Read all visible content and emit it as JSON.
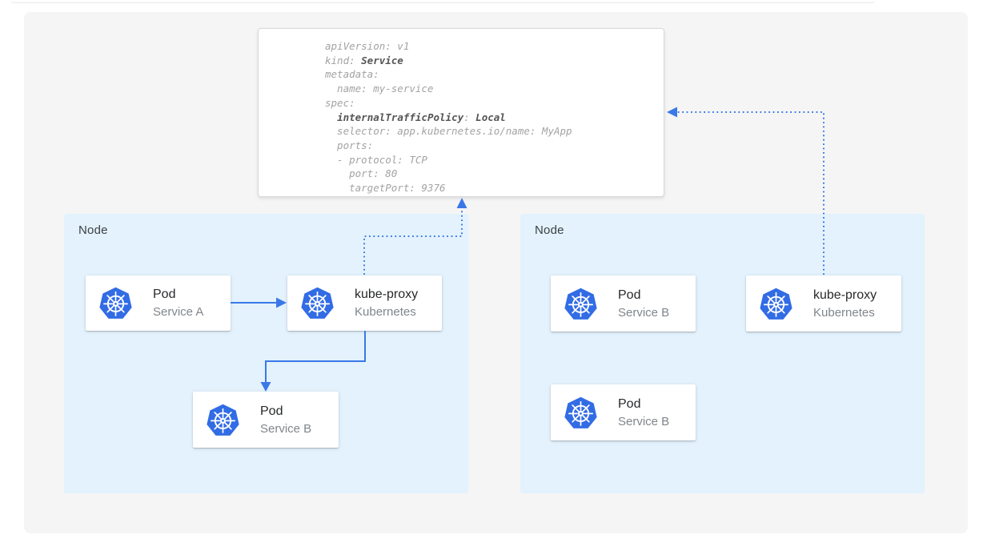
{
  "colors": {
    "accent_blue": "#3b78e7",
    "node_fill": "#e3f2fd",
    "panel_bg": "#f5f5f5",
    "k8s_icon_blue": "#326ce5"
  },
  "icons": {
    "kubernetes": "kubernetes-helm-wheel-icon"
  },
  "code_box": {
    "lines": [
      [
        {
          "t": "apiVersion: v1"
        }
      ],
      [
        {
          "t": "kind: "
        },
        {
          "t": "Service",
          "b": true
        }
      ],
      [
        {
          "t": "metadata:"
        }
      ],
      [
        {
          "t": "  name: my-service"
        }
      ],
      [
        {
          "t": "spec:"
        }
      ],
      [
        {
          "t": "  "
        },
        {
          "t": "internalTrafficPolicy",
          "b": true
        },
        {
          "t": ": "
        },
        {
          "t": "Local",
          "b": true
        }
      ],
      [
        {
          "t": "  selector: app.kubernetes.io/name: MyApp"
        }
      ],
      [
        {
          "t": "  ports:"
        }
      ],
      [
        {
          "t": "  - protocol: TCP"
        }
      ],
      [
        {
          "t": "    port: 80"
        }
      ],
      [
        {
          "t": "    targetPort: 9376"
        }
      ]
    ]
  },
  "nodes": [
    {
      "label": "Node",
      "cards": [
        {
          "title": "Pod",
          "subtitle": "Service A"
        },
        {
          "title": "kube-proxy",
          "subtitle": "Kubernetes"
        },
        {
          "title": "Pod",
          "subtitle": "Service B"
        }
      ]
    },
    {
      "label": "Node",
      "cards": [
        {
          "title": "Pod",
          "subtitle": "Service B"
        },
        {
          "title": "kube-proxy",
          "subtitle": "Kubernetes"
        },
        {
          "title": "Pod",
          "subtitle": "Service B"
        }
      ]
    }
  ]
}
